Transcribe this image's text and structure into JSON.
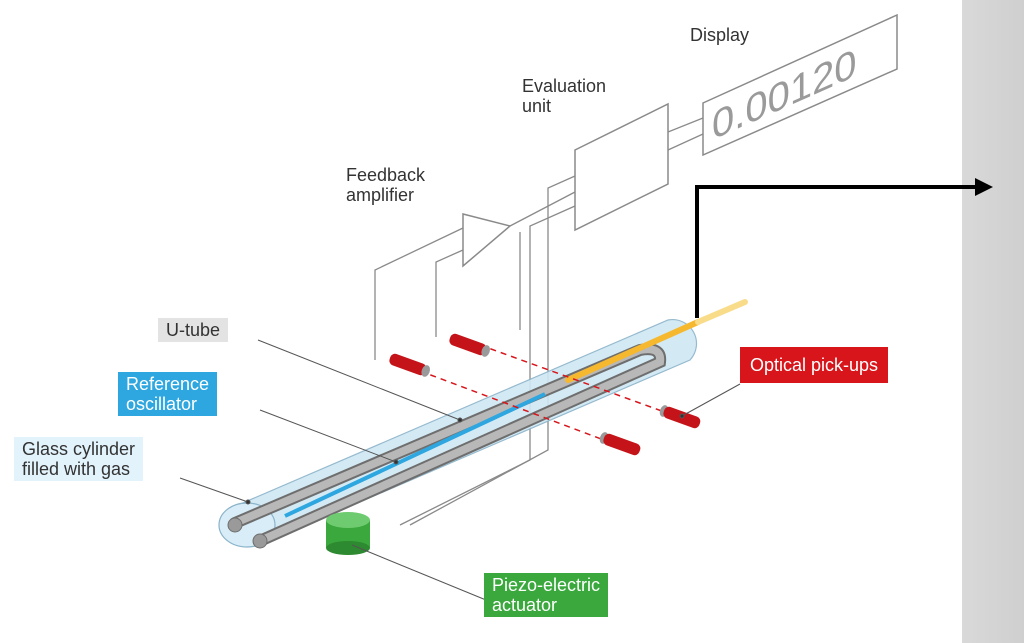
{
  "labels": {
    "display": "Display",
    "evaluation_unit_line1": "Evaluation",
    "evaluation_unit_line2": "unit",
    "feedback_amplifier_line1": "Feedback",
    "feedback_amplifier_line2": "amplifier",
    "utube": "U-tube",
    "reference_oscillator_line1": "Reference",
    "reference_oscillator_line2": "oscillator",
    "glass_cylinder_line1": "Glass cylinder",
    "glass_cylinder_line2": "filled with gas",
    "optical_pickups": "Optical pick-ups",
    "piezo_actuator_line1": "Piezo-electric",
    "piezo_actuator_line2": "actuator"
  },
  "display_value": "0.00120",
  "colors": {
    "reference_oscillator": "#2ea6df",
    "optical_pickups": "#d7151b",
    "piezo_actuator": "#3aa83c",
    "glass_cylinder": "#cfe8f5",
    "highlight_rod": "#f5b82e",
    "arrow": "#000000"
  }
}
